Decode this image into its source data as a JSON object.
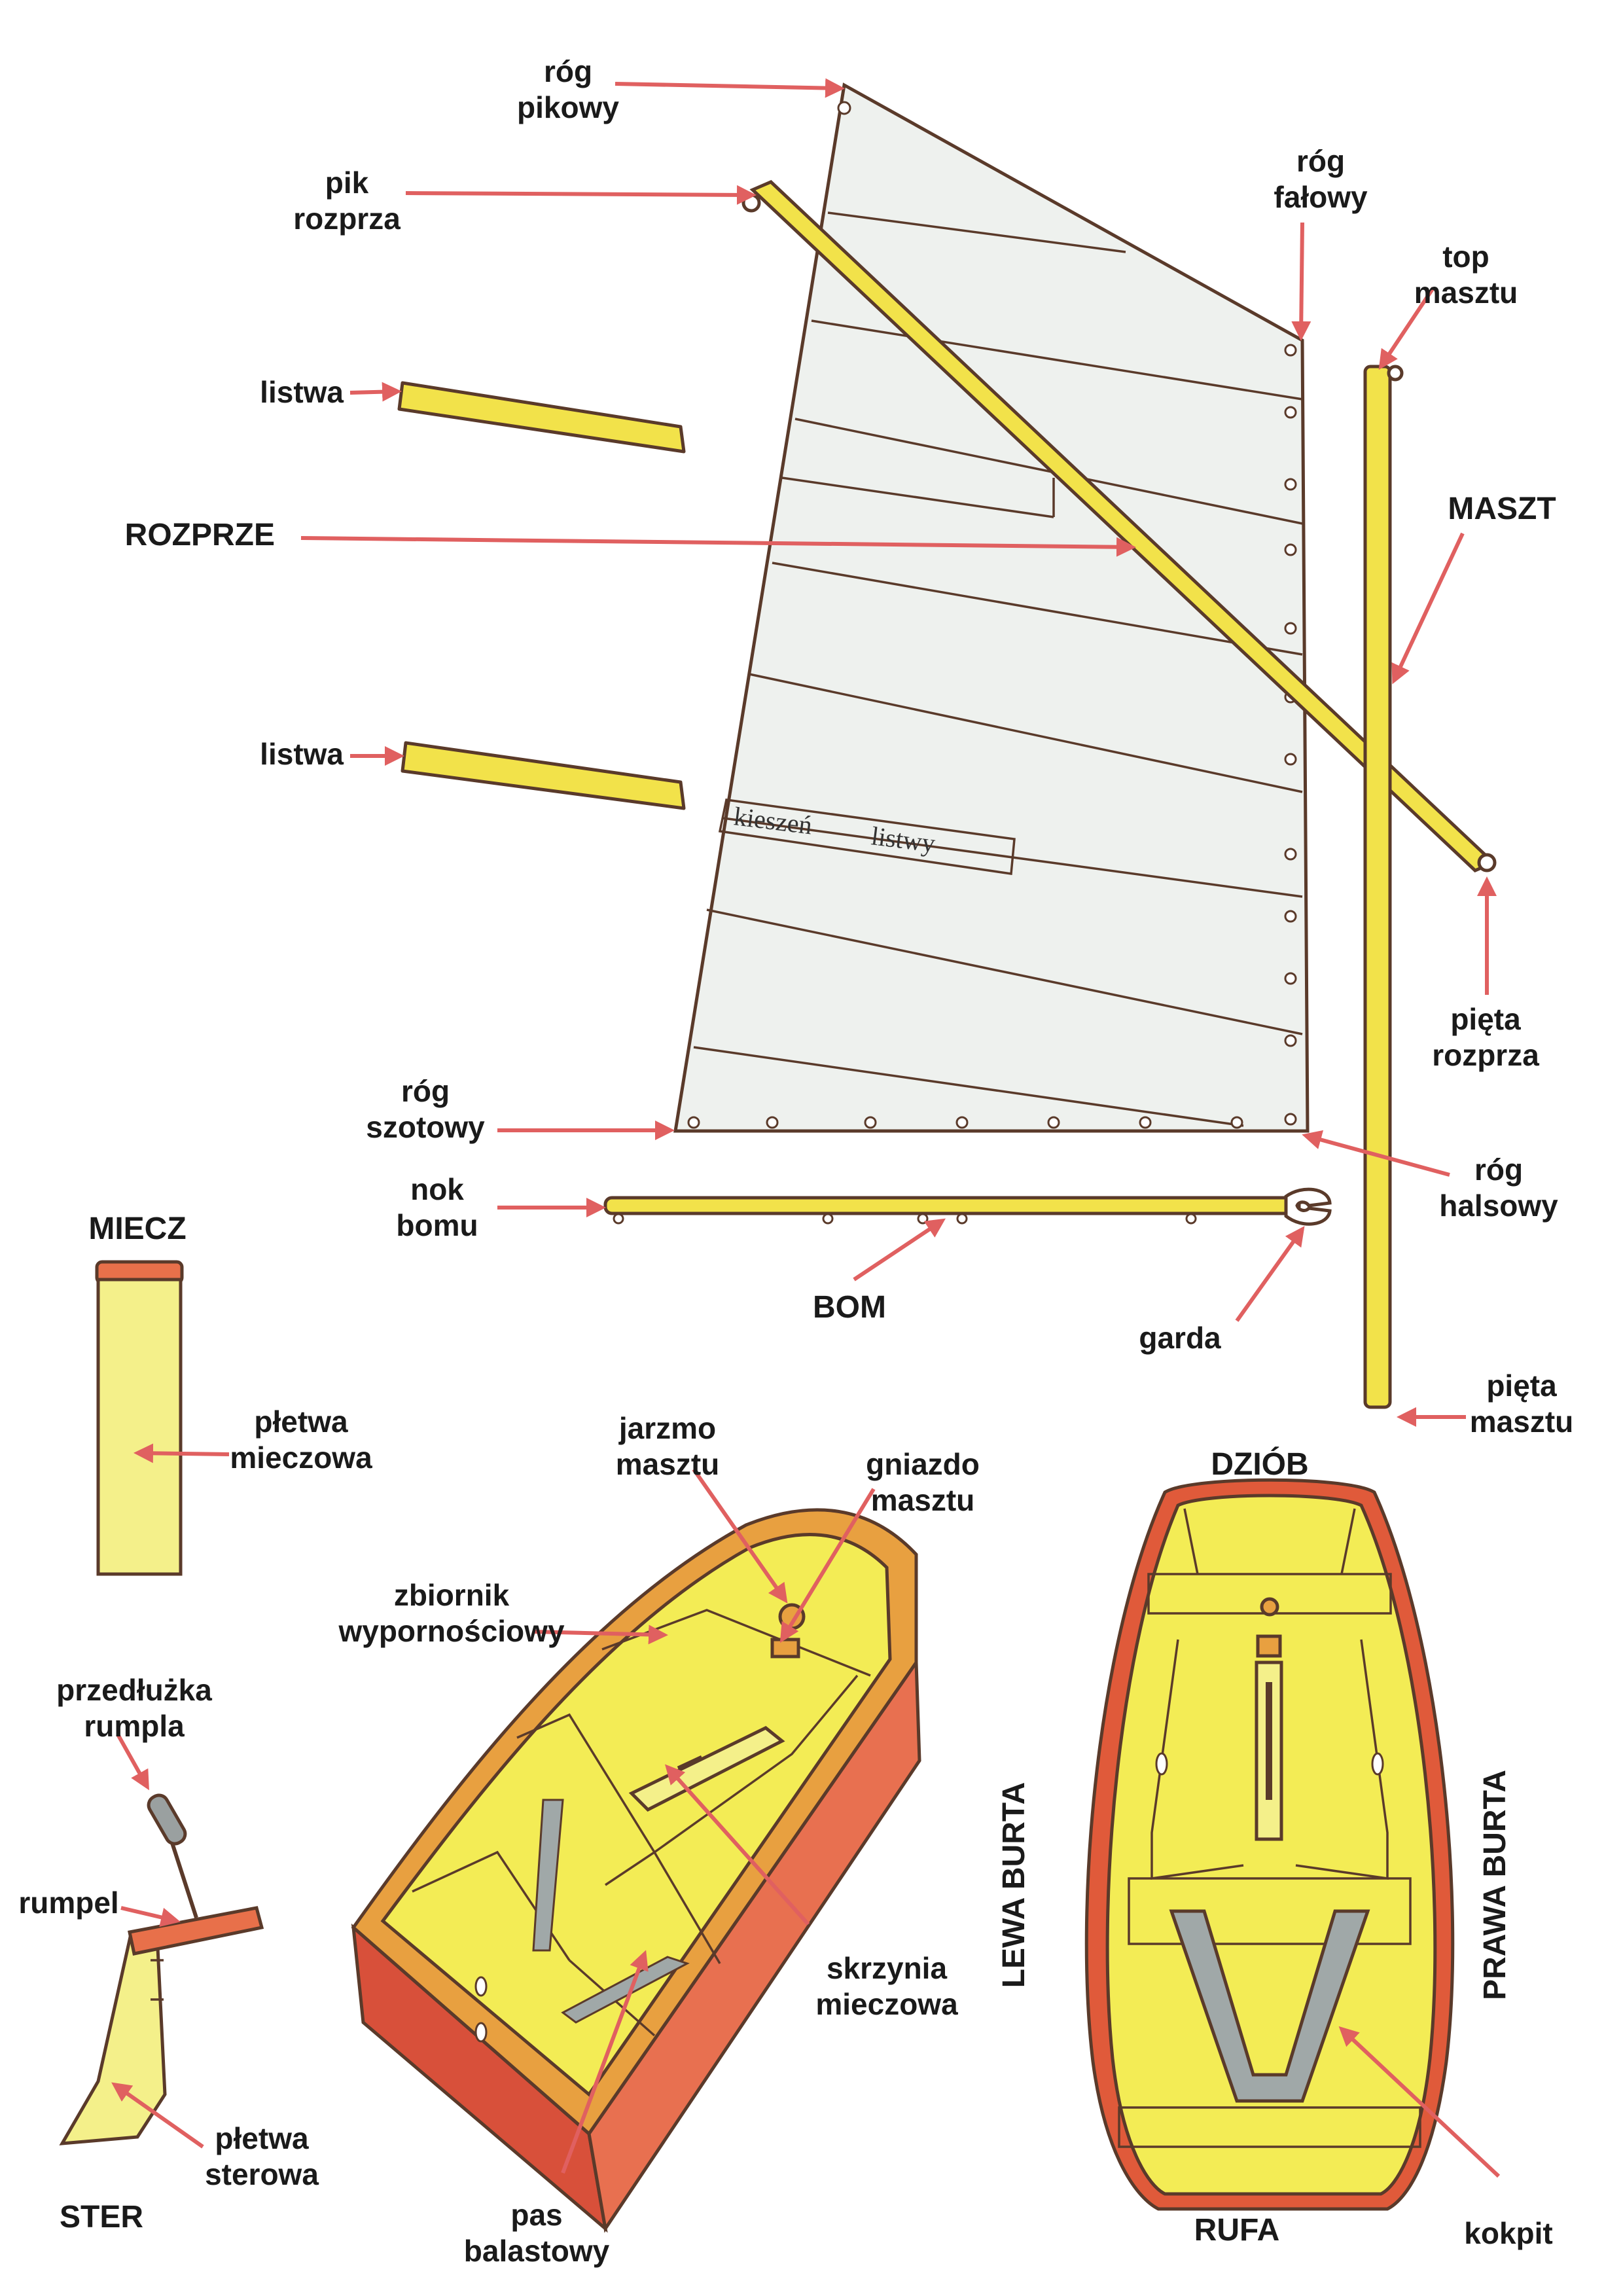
{
  "labels": {
    "rog_pikowy": [
      "róg",
      "pikowy"
    ],
    "pik_rozprza": [
      "pik",
      "rozprza"
    ],
    "rog_falowy": [
      "róg",
      "fałowy"
    ],
    "top_masztu": [
      "top",
      "masztu"
    ],
    "listwa_top": "listwa",
    "rozprze": "ROZPRZE",
    "maszt": "MASZT",
    "listwa_bottom": "listwa",
    "kieszen": "kieszeń",
    "listwy": "listwy",
    "pieta_rozprza": [
      "pięta",
      "rozprza"
    ],
    "rog_szotowy": [
      "róg",
      "szotowy"
    ],
    "rog_halsowy": [
      "róg",
      "halsowy"
    ],
    "nok_bomu": [
      "nok",
      "bomu"
    ],
    "bom": "BOM",
    "garda": "garda",
    "miecz": "MIECZ",
    "pletwa_mieczowa": [
      "płetwa",
      "mieczowa"
    ],
    "pieta_masztu": [
      "pięta",
      "masztu"
    ],
    "jarzmo_masztu": [
      "jarzmo",
      "masztu"
    ],
    "gniazdo_masztu": [
      "gniazdo",
      "masztu"
    ],
    "dziob": "DZIÓB",
    "zbiornik": [
      "zbiornik",
      "wypornościowy"
    ],
    "przedluzka": [
      "przedłużka",
      "rumpla"
    ],
    "rumpel": "rumpel",
    "skrzynia": [
      "skrzynia",
      "mieczowa"
    ],
    "lewa_burta": "LEWA BURTA",
    "prawa_burta": "PRAWA BURTA",
    "pletwa_sterowa": [
      "płetwa",
      "sterowa"
    ],
    "ster": "STER",
    "pas_balastowy": [
      "pas",
      "balastowy"
    ],
    "rufa": "RUFA",
    "kokpit": "kokpit"
  },
  "colors": {
    "arrow": "#e06060",
    "sail": "#eef1ee",
    "spar": "#f2e24a",
    "board": "#f4f08a",
    "hull_inner": "#f3ec55",
    "hull_side": "#d8503a",
    "gunwale": "#e8a040",
    "outline": "#5a3a2a"
  }
}
